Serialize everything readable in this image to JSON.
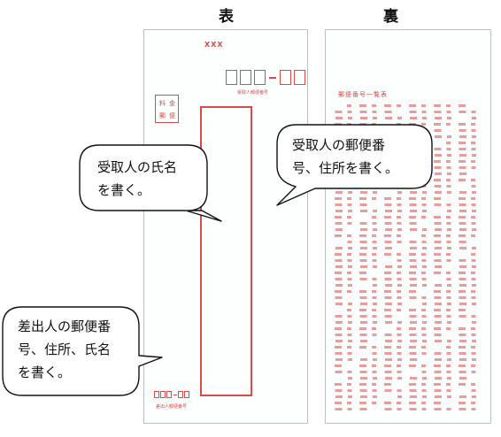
{
  "headings": {
    "front": "表",
    "back": "裏"
  },
  "callouts": {
    "recipient_name": "受取人の氏名\nを書く。",
    "recipient_address": "受取人の郵便番\n号、住所を書く。",
    "sender": "差出人の郵便番\n号、住所、氏名\nを書く。"
  },
  "envelope_front": {
    "accent_color": "#d94a4a",
    "top_mark": "XXX",
    "recipient_code_label": "受取人郵便番号",
    "stamp_chars": [
      "料",
      "金",
      "郵",
      "便"
    ],
    "sender_code_label": "差出人郵便番号"
  },
  "envelope_back": {
    "title": "郵便番号一覧表"
  }
}
